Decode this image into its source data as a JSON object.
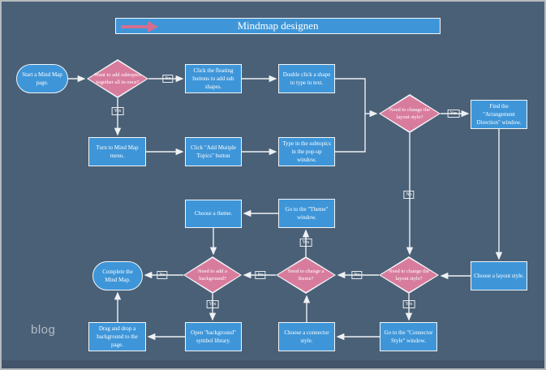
{
  "banner": {
    "title": "Mindmap designen",
    "arrow_icon": "right-arrow",
    "fill": "#3e96d9"
  },
  "watermark": "blog",
  "colors": {
    "background": "#4a6077",
    "process_fill": "#3e96d9",
    "decision_fill": "#d87c9d",
    "connector_line": "#eef1f4",
    "text": "#ffffff",
    "frame_border": "#b6babe",
    "footer_band": "#41546a"
  },
  "nodes": {
    "start": {
      "label": "Start a Mind Map page.",
      "type": "terminator"
    },
    "want_subtopics": {
      "label": "Want to add subtopics together all in once?",
      "type": "decision"
    },
    "click_floating": {
      "label": "Click the floating buttons to add sub shapes.",
      "type": "process"
    },
    "double_click": {
      "label": "Double click a shape to type in text.",
      "type": "process"
    },
    "turn_menu": {
      "label": "Turn to Mind Map menu.",
      "type": "process"
    },
    "add_multiple": {
      "label": "Click \"Add Mutiple Topics\" button",
      "type": "process"
    },
    "type_subtopics": {
      "label": "Type in the subtopics in the pop-up window.",
      "type": "process"
    },
    "need_layout_top": {
      "label": "Need to change the layout style?",
      "type": "decision"
    },
    "find_arrangement": {
      "label": "Find the \"Arrangement Direction\" window.",
      "type": "process"
    },
    "choose_theme": {
      "label": "Choose a theme.",
      "type": "process"
    },
    "go_theme_window": {
      "label": "Go to the \"Theme\" window.",
      "type": "process"
    },
    "need_background": {
      "label": "Need to add a background?",
      "type": "decision"
    },
    "need_change_theme": {
      "label": "Need to change a theme?",
      "type": "decision"
    },
    "need_layout_bottom": {
      "label": "Need to change the layout style?",
      "type": "decision"
    },
    "choose_layout": {
      "label": "Choose a layout style.",
      "type": "process"
    },
    "complete": {
      "label": "Complete the Mind Map.",
      "type": "terminator"
    },
    "drag_drop": {
      "label": "Drag and drop a background to the page.",
      "type": "process"
    },
    "open_bg_library": {
      "label": "Open \"background\" symbol library.",
      "type": "process"
    },
    "choose_connector": {
      "label": "Choose a connector style.",
      "type": "process"
    },
    "go_connector_window": {
      "label": "Go to the \"Connector Style\" window.",
      "type": "process"
    }
  },
  "edge_labels": {
    "no1": "No",
    "yes1": "Yes",
    "yes2": "Yes",
    "no2": "No",
    "yes3": "Yes",
    "no3": "No",
    "no4": "No",
    "no5": "No",
    "yes4": "Yes",
    "yes5": "Yes"
  },
  "edges": [
    {
      "from": "start",
      "to": "want_subtopics",
      "label": ""
    },
    {
      "from": "want_subtopics",
      "to": "click_floating",
      "label": "No"
    },
    {
      "from": "want_subtopics",
      "to": "turn_menu",
      "label": "Yes"
    },
    {
      "from": "click_floating",
      "to": "double_click",
      "label": ""
    },
    {
      "from": "turn_menu",
      "to": "add_multiple",
      "label": ""
    },
    {
      "from": "add_multiple",
      "to": "type_subtopics",
      "label": ""
    },
    {
      "from": "double_click",
      "to": "need_layout_top",
      "label": ""
    },
    {
      "from": "type_subtopics",
      "to": "need_layout_top",
      "label": ""
    },
    {
      "from": "need_layout_top",
      "to": "find_arrangement",
      "label": "Yes"
    },
    {
      "from": "need_layout_top",
      "to": "need_layout_bottom",
      "label": "No"
    },
    {
      "from": "find_arrangement",
      "to": "choose_layout",
      "label": ""
    },
    {
      "from": "choose_layout",
      "to": "need_layout_bottom",
      "label": ""
    },
    {
      "from": "need_layout_bottom",
      "to": "go_connector_window",
      "label": "Yes"
    },
    {
      "from": "need_layout_bottom",
      "to": "need_change_theme",
      "label": "No"
    },
    {
      "from": "go_connector_window",
      "to": "choose_connector",
      "label": ""
    },
    {
      "from": "choose_connector",
      "to": "need_change_theme",
      "label": ""
    },
    {
      "from": "need_change_theme",
      "to": "go_theme_window",
      "label": "Yes"
    },
    {
      "from": "need_change_theme",
      "to": "need_background",
      "label": "No"
    },
    {
      "from": "go_theme_window",
      "to": "choose_theme",
      "label": ""
    },
    {
      "from": "choose_theme",
      "to": "need_background",
      "label": ""
    },
    {
      "from": "need_background",
      "to": "open_bg_library",
      "label": "Yes"
    },
    {
      "from": "need_background",
      "to": "complete",
      "label": "No"
    },
    {
      "from": "open_bg_library",
      "to": "drag_drop",
      "label": ""
    },
    {
      "from": "drag_drop",
      "to": "complete",
      "label": ""
    }
  ]
}
